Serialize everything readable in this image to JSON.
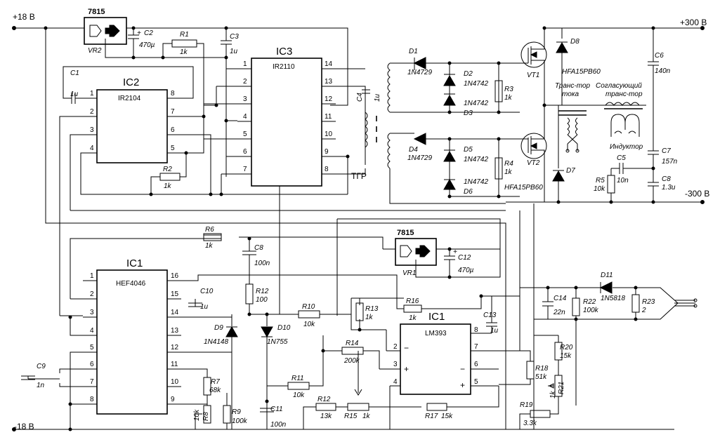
{
  "rails": {
    "pos18": "+18 В",
    "neg18": "-18 В",
    "pos300": "+300 В",
    "neg300": "-300 В"
  },
  "regulators": {
    "vr2": {
      "type": "7815",
      "ref": "VR2"
    },
    "vr1": {
      "type": "7815",
      "ref": "VR1"
    }
  },
  "ics": {
    "ic1": {
      "ref": "IC1",
      "part": "HEF4046",
      "left_pins": [
        "1",
        "2",
        "3",
        "4",
        "5",
        "6",
        "7",
        "8"
      ],
      "right_pins": [
        "16",
        "15",
        "14",
        "13",
        "12",
        "11",
        "10",
        "9"
      ]
    },
    "ic2": {
      "ref": "IC2",
      "part": "IR2104",
      "left_pins": [
        "1",
        "2",
        "3",
        "4"
      ],
      "right_pins": [
        "8",
        "7",
        "6",
        "5"
      ]
    },
    "ic3": {
      "ref": "IC3",
      "part": "IR2110",
      "left_pins": [
        "1",
        "2",
        "3",
        "4",
        "5",
        "6",
        "7"
      ],
      "right_pins": [
        "14",
        "13",
        "12",
        "11",
        "10",
        "9",
        "8"
      ]
    },
    "ic4": {
      "ref": "IC1",
      "part": "LM393",
      "left_pins": [
        "2",
        "3",
        "4"
      ],
      "right_pins": [
        "8",
        "7",
        "6",
        "5"
      ],
      "minus": "−",
      "plus": "+"
    }
  },
  "resistors": {
    "r1": {
      "ref": "R1",
      "val": "1k"
    },
    "r2": {
      "ref": "R2",
      "val": "1k"
    },
    "r3": {
      "ref": "R3",
      "val": "1k"
    },
    "r4": {
      "ref": "R4",
      "val": "1k"
    },
    "r5": {
      "ref": "R5",
      "val": "10k"
    },
    "r6": {
      "ref": "R6",
      "val": "1k"
    },
    "r7": {
      "ref": "R7",
      "val": "68k"
    },
    "r8": {
      "ref": "R8",
      "val": "10k"
    },
    "r9": {
      "ref": "R9",
      "val": "100k"
    },
    "r10": {
      "ref": "R10",
      "val": "10k"
    },
    "r11": {
      "ref": "R11",
      "val": "10k"
    },
    "r12": {
      "ref": "R12",
      "val": "100"
    },
    "r13": {
      "ref": "R13",
      "val": "1k"
    },
    "r14": {
      "ref": "R14",
      "val": "200k"
    },
    "r15": {
      "ref": "R15",
      "val": "1k"
    },
    "r16": {
      "ref": "R16",
      "val": "1k"
    },
    "r17": {
      "ref": "R17",
      "val": "15k"
    },
    "r18": {
      "ref": "R18",
      "val": "51k"
    },
    "r19": {
      "ref": "R19",
      "val": "3.3k"
    },
    "r20": {
      "ref": "R20",
      "val": "15k"
    },
    "r21": {
      "ref": "R21",
      "val": "1k"
    },
    "r22": {
      "ref": "R22",
      "val": "100k"
    },
    "r23": {
      "ref": "R23",
      "val": "2"
    }
  },
  "capacitors": {
    "c1": {
      "ref": "C1",
      "val": "1u"
    },
    "c2": {
      "ref": "C2",
      "val": "470µ"
    },
    "c3": {
      "ref": "C3",
      "val": "1u"
    },
    "c4": {
      "ref": "C4",
      "val": "1u"
    },
    "c5": {
      "ref": "C5",
      "val": "10n"
    },
    "c6": {
      "ref": "C6",
      "val": "140n"
    },
    "c7": {
      "ref": "C7",
      "val": "157n"
    },
    "c8a": {
      "ref": "C8",
      "val": "1.3u"
    },
    "c8b": {
      "ref": "C8",
      "val": "100n"
    },
    "c9": {
      "ref": "C9",
      "val": "1n"
    },
    "c10": {
      "ref": "C10",
      "val": "1u"
    },
    "c11": {
      "ref": "C11",
      "val": "100n"
    },
    "c12": {
      "ref": "C12",
      "val": "470µ"
    },
    "c13": {
      "ref": "C13",
      "val": "1u"
    },
    "c14": {
      "ref": "C14",
      "val": "22n"
    }
  },
  "diodes": {
    "d1": {
      "ref": "D1",
      "val": "1N4729"
    },
    "d2": {
      "ref": "D2",
      "val": "1N4742"
    },
    "d3": {
      "ref": "D3",
      "val": "1N4742"
    },
    "d4": {
      "ref": "D4",
      "val": "1N4729"
    },
    "d5": {
      "ref": "D5",
      "val": "1N4742"
    },
    "d6": {
      "ref": "D6",
      "val": "1N4742"
    },
    "d7": {
      "ref": "D7",
      "val": "HFA15PB60"
    },
    "d8": {
      "ref": "D8",
      "val": "HFA15PB60"
    },
    "d9": {
      "ref": "D9",
      "val": "1N4148"
    },
    "d10": {
      "ref": "D10",
      "val": "1N755"
    },
    "d11": {
      "ref": "D11",
      "val": "1N5818"
    }
  },
  "transistors": {
    "vt1": "VT1",
    "vt2": "VT2"
  },
  "magnetics": {
    "tgr": "ТГР",
    "current_tf_1": "Транс-тор",
    "current_tf_2": "тока",
    "match_tf_1": "Согласующий",
    "match_tf_2": "транс-тор",
    "inductor": "Индуктор"
  },
  "colors": {
    "ink": "#000000",
    "paper": "#ffffff"
  }
}
